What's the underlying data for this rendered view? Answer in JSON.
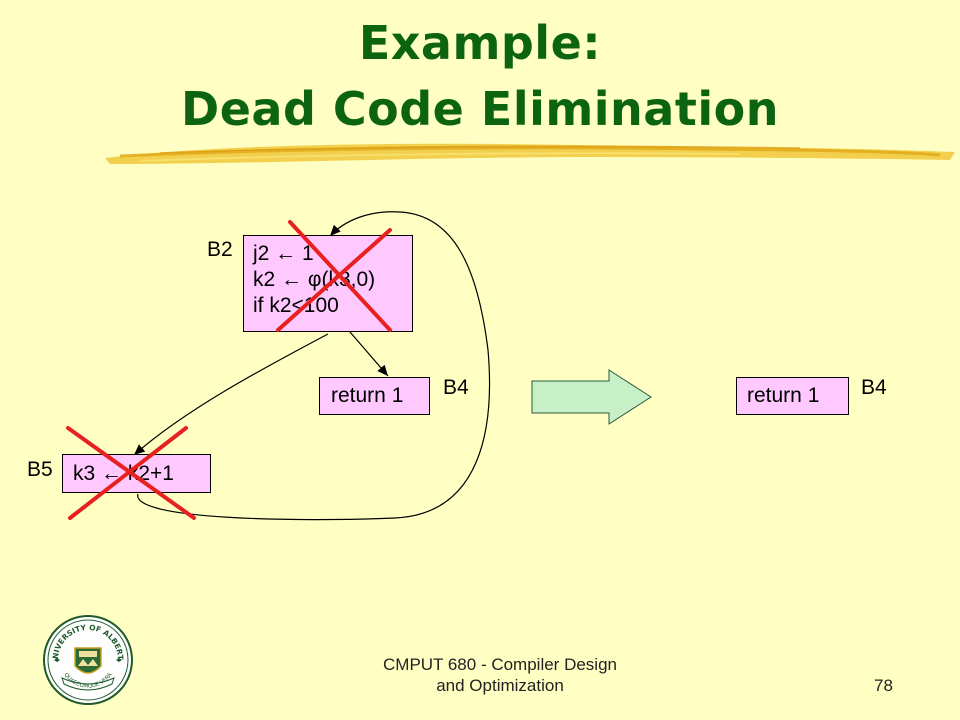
{
  "title": {
    "line1": "Example:",
    "line2": "Dead Code Elimination"
  },
  "blocks": {
    "b2": {
      "label": "B2",
      "lines": [
        "j2 ← 1",
        "k2 ← φ(k3,0)",
        "if k2<100"
      ],
      "deleted": true
    },
    "b4_left": {
      "label": "B4",
      "text": "return 1"
    },
    "b5": {
      "label": "B5",
      "text": "k3 ← k2+1",
      "deleted": true
    },
    "b4_right": {
      "label": "B4",
      "text": "return 1"
    }
  },
  "footer": {
    "course_line1": "CMPUT 680 - Compiler Design",
    "course_line2": "and Optimization",
    "page": "78"
  },
  "colors": {
    "background": "#ffffc4",
    "title": "#0c6410",
    "block_fill": "#ffc8ff",
    "cross": "#e82020",
    "transform_arrow": "#c8f0c8"
  },
  "logo": {
    "text_top": "UNIVERSITY OF ALBERTA",
    "text_bottom": "QUAECUMQUE VERA",
    "icon": "university-crest-icon"
  }
}
